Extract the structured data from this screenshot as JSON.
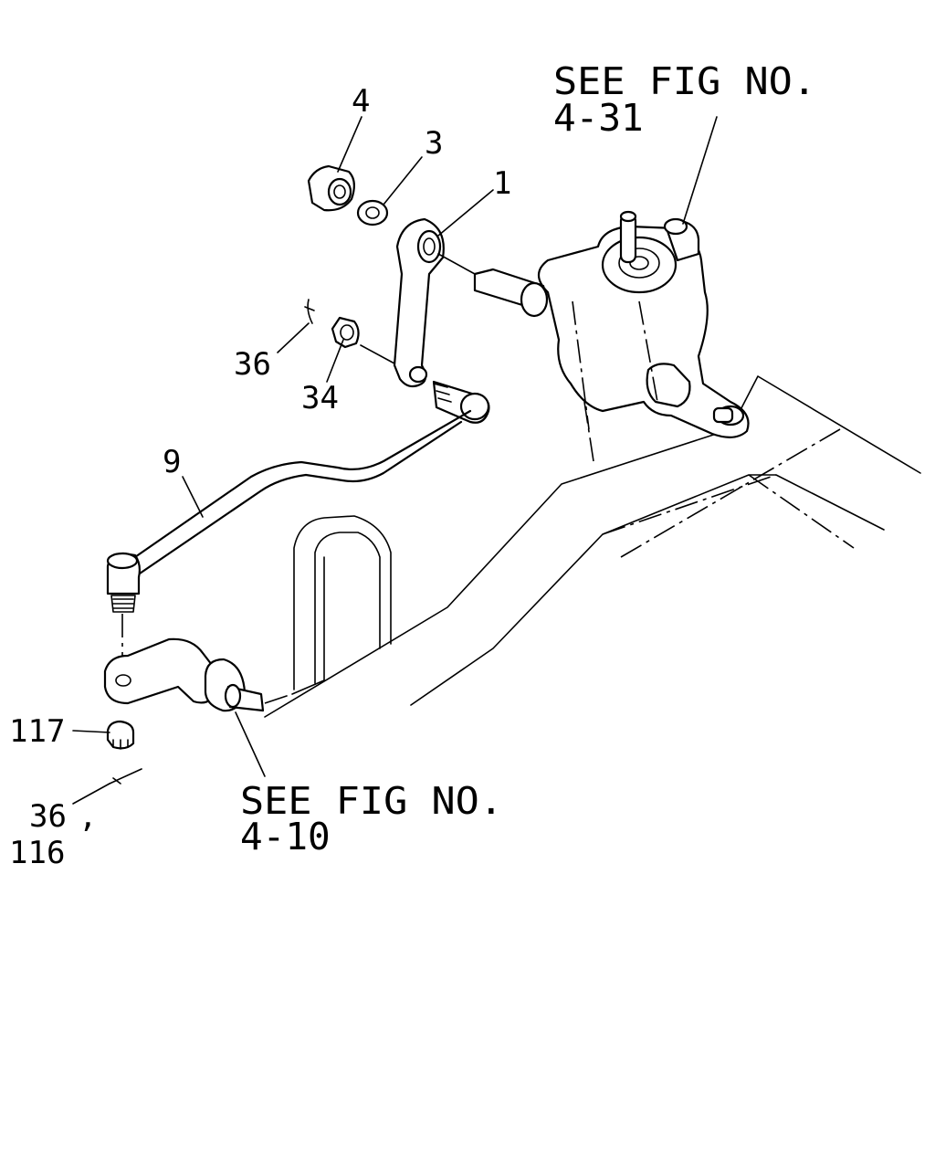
{
  "diagram": {
    "callouts": {
      "ref_top_line1": "SEE FIG NO.",
      "ref_top_line2": "4-31",
      "ref_bottom_line1": "SEE FIG NO.",
      "ref_bottom_line2": "4-10",
      "part_4": "4",
      "part_3": "3",
      "part_1": "1",
      "part_36_upper": "36",
      "part_34": "34",
      "part_9": "9",
      "part_117": "117",
      "part_36_lower": "36",
      "part_comma": ",",
      "part_116": "116"
    },
    "parts": [
      "castle-nut",
      "washer",
      "pitman-arm",
      "cotter-pin",
      "castle-nut-small",
      "drag-link",
      "steering-gear-box",
      "knuckle-arm",
      "chassis-frame"
    ]
  }
}
